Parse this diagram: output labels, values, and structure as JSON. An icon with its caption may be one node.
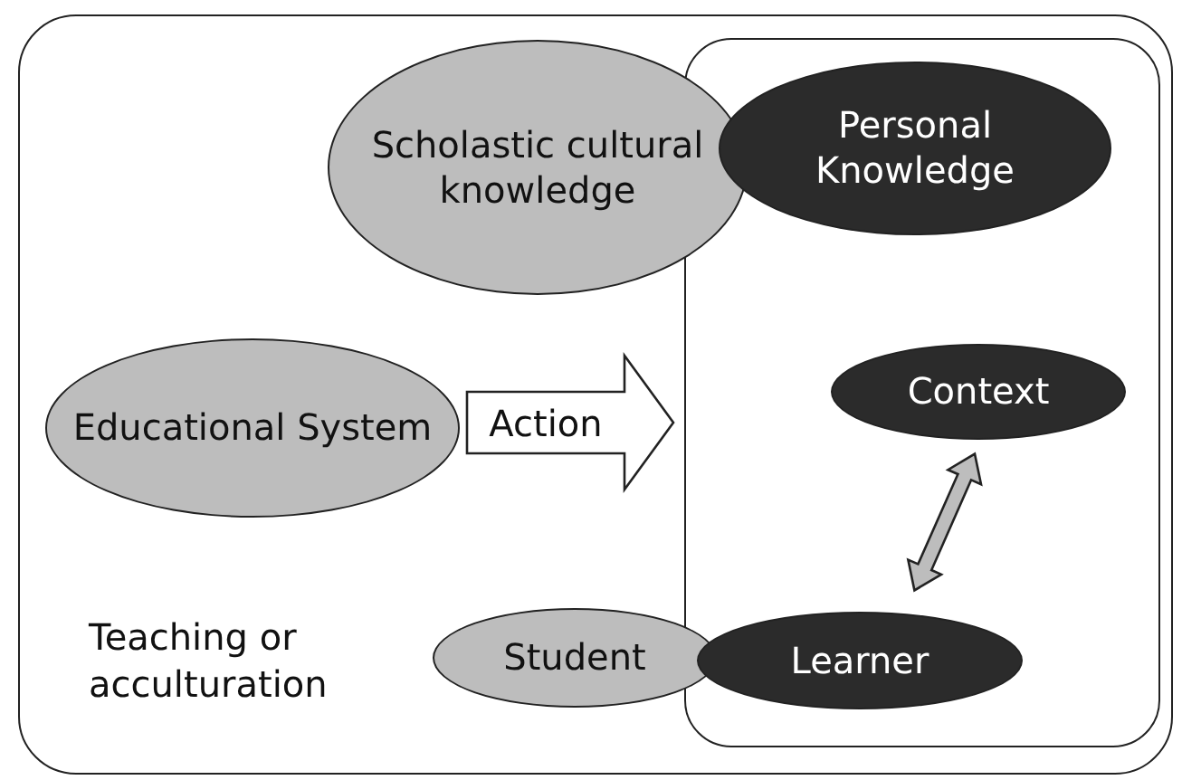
{
  "diagram": {
    "nodes": [
      {
        "text": [
          "Teaching or acculturation"
        ]
      },
      {
        "text": [],
        "shape": "box",
        "in": 0
      },
      {
        "text": [
          "Scholastic cultural knowledge"
        ],
        "in": 0
      },
      {
        "text": [
          "Personal Knowledge"
        ],
        "in": 1
      },
      {
        "text": [
          "Educational System"
        ],
        "in": 0
      },
      {
        "text": [
          "Context"
        ],
        "in": 1
      },
      {
        "text": [
          "Student"
        ],
        "in": 0
      },
      {
        "text": [
          "Learner"
        ],
        "in": 1
      }
    ],
    "edges": [
      {
        "from": 7,
        "to": 5,
        "arrow": "both",
        "style": "thick"
      },
      {
        "from": 4,
        "to": 1,
        "arrow": "to",
        "label": "Action",
        "style": "thick"
      }
    ]
  }
}
